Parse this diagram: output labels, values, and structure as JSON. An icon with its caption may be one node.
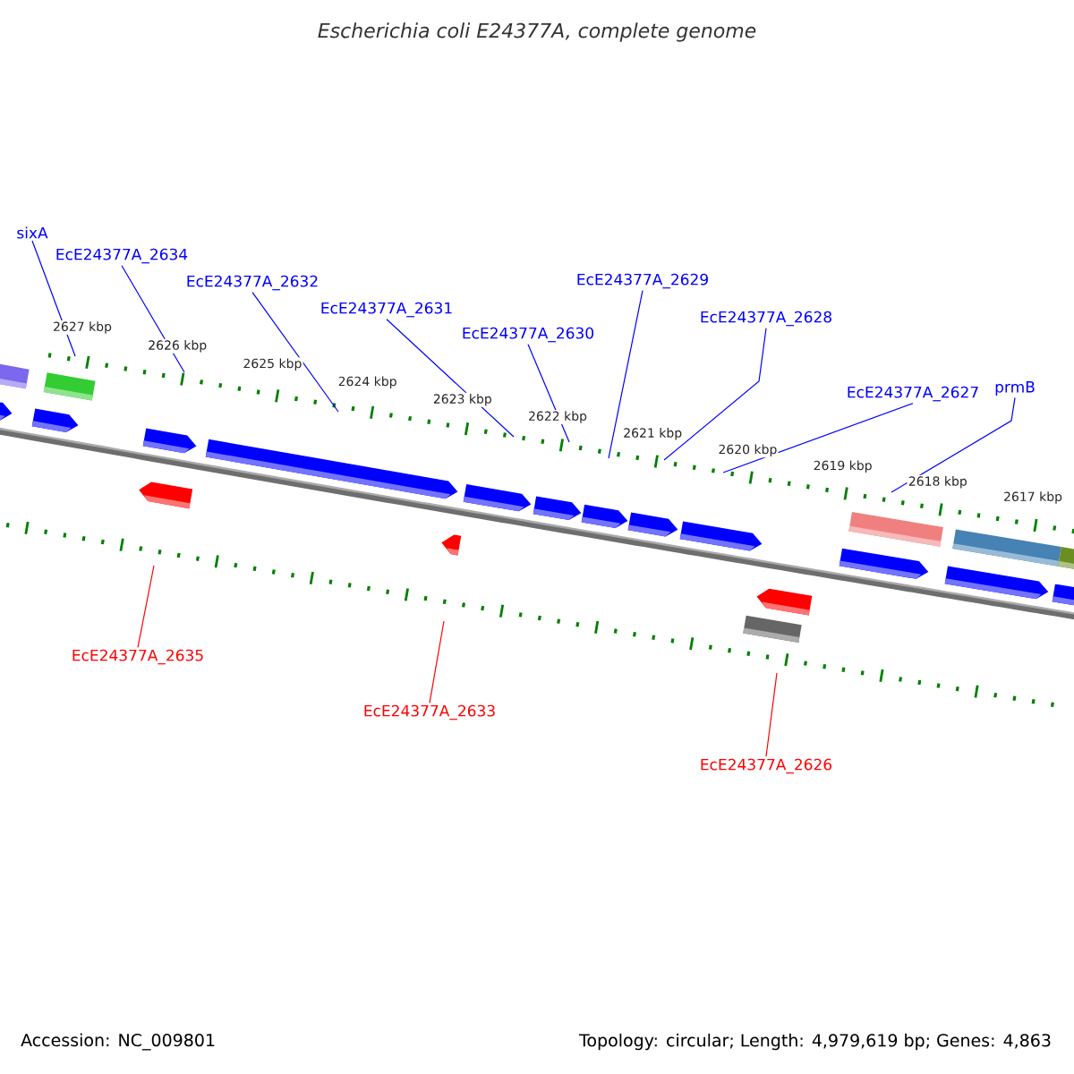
{
  "diagram": {
    "title": "Escherichia coli E24377A, complete genome",
    "nodes": [
      {
        "text": [
          "sixA"
        ]
      },
      {
        "text": [
          "EcE24377A_2634"
        ]
      },
      {
        "text": [
          "EcE24377A_2632"
        ]
      },
      {
        "text": [
          "EcE24377A_2631"
        ]
      },
      {
        "text": [
          "EcE24377A_2630"
        ]
      },
      {
        "text": [
          "EcE24377A_2629"
        ]
      },
      {
        "text": [
          "EcE24377A_2628"
        ]
      },
      {
        "text": [
          "EcE24377A_2627"
        ]
      },
      {
        "text": [
          "prmB"
        ]
      },
      {
        "text": [
          "EcE24377A_2635"
        ]
      },
      {
        "text": [
          "EcE24377A_2633"
        ]
      },
      {
        "text": [
          "EcE24377A_2626"
        ]
      }
    ],
    "edges": [
      {
        "from": 0,
        "to": null,
        "arrow": "none"
      },
      {
        "from": 1,
        "to": null,
        "arrow": "none"
      },
      {
        "from": 2,
        "to": null,
        "arrow": "none"
      },
      {
        "from": 3,
        "to": null,
        "arrow": "none"
      },
      {
        "from": 4,
        "to": null,
        "arrow": "none"
      },
      {
        "from": 5,
        "to": null,
        "arrow": "none"
      },
      {
        "from": 6,
        "to": null,
        "arrow": "none"
      },
      {
        "from": 7,
        "to": null,
        "arrow": "none"
      },
      {
        "from": 8,
        "to": null,
        "arrow": "none"
      },
      {
        "from": 9,
        "to": null,
        "arrow": "none",
        "color": "#ff0000"
      },
      {
        "from": 10,
        "to": null,
        "arrow": "none",
        "color": "#ff0000"
      },
      {
        "from": 11,
        "to": null,
        "arrow": "none",
        "color": "#ff0000"
      }
    ],
    "labels": [
      "2627 kbp",
      "2626 kbp",
      "2625 kbp",
      "2624 kbp",
      "2623 kbp",
      "2622 kbp",
      "2621 kbp",
      "2620 kbp",
      "2619 kbp",
      "2618 kbp",
      "2617 kbp",
      "Accession: NC_009801",
      "Topology: circular; Length: 4,979,619 bp; Genes: 4,863"
    ]
  }
}
